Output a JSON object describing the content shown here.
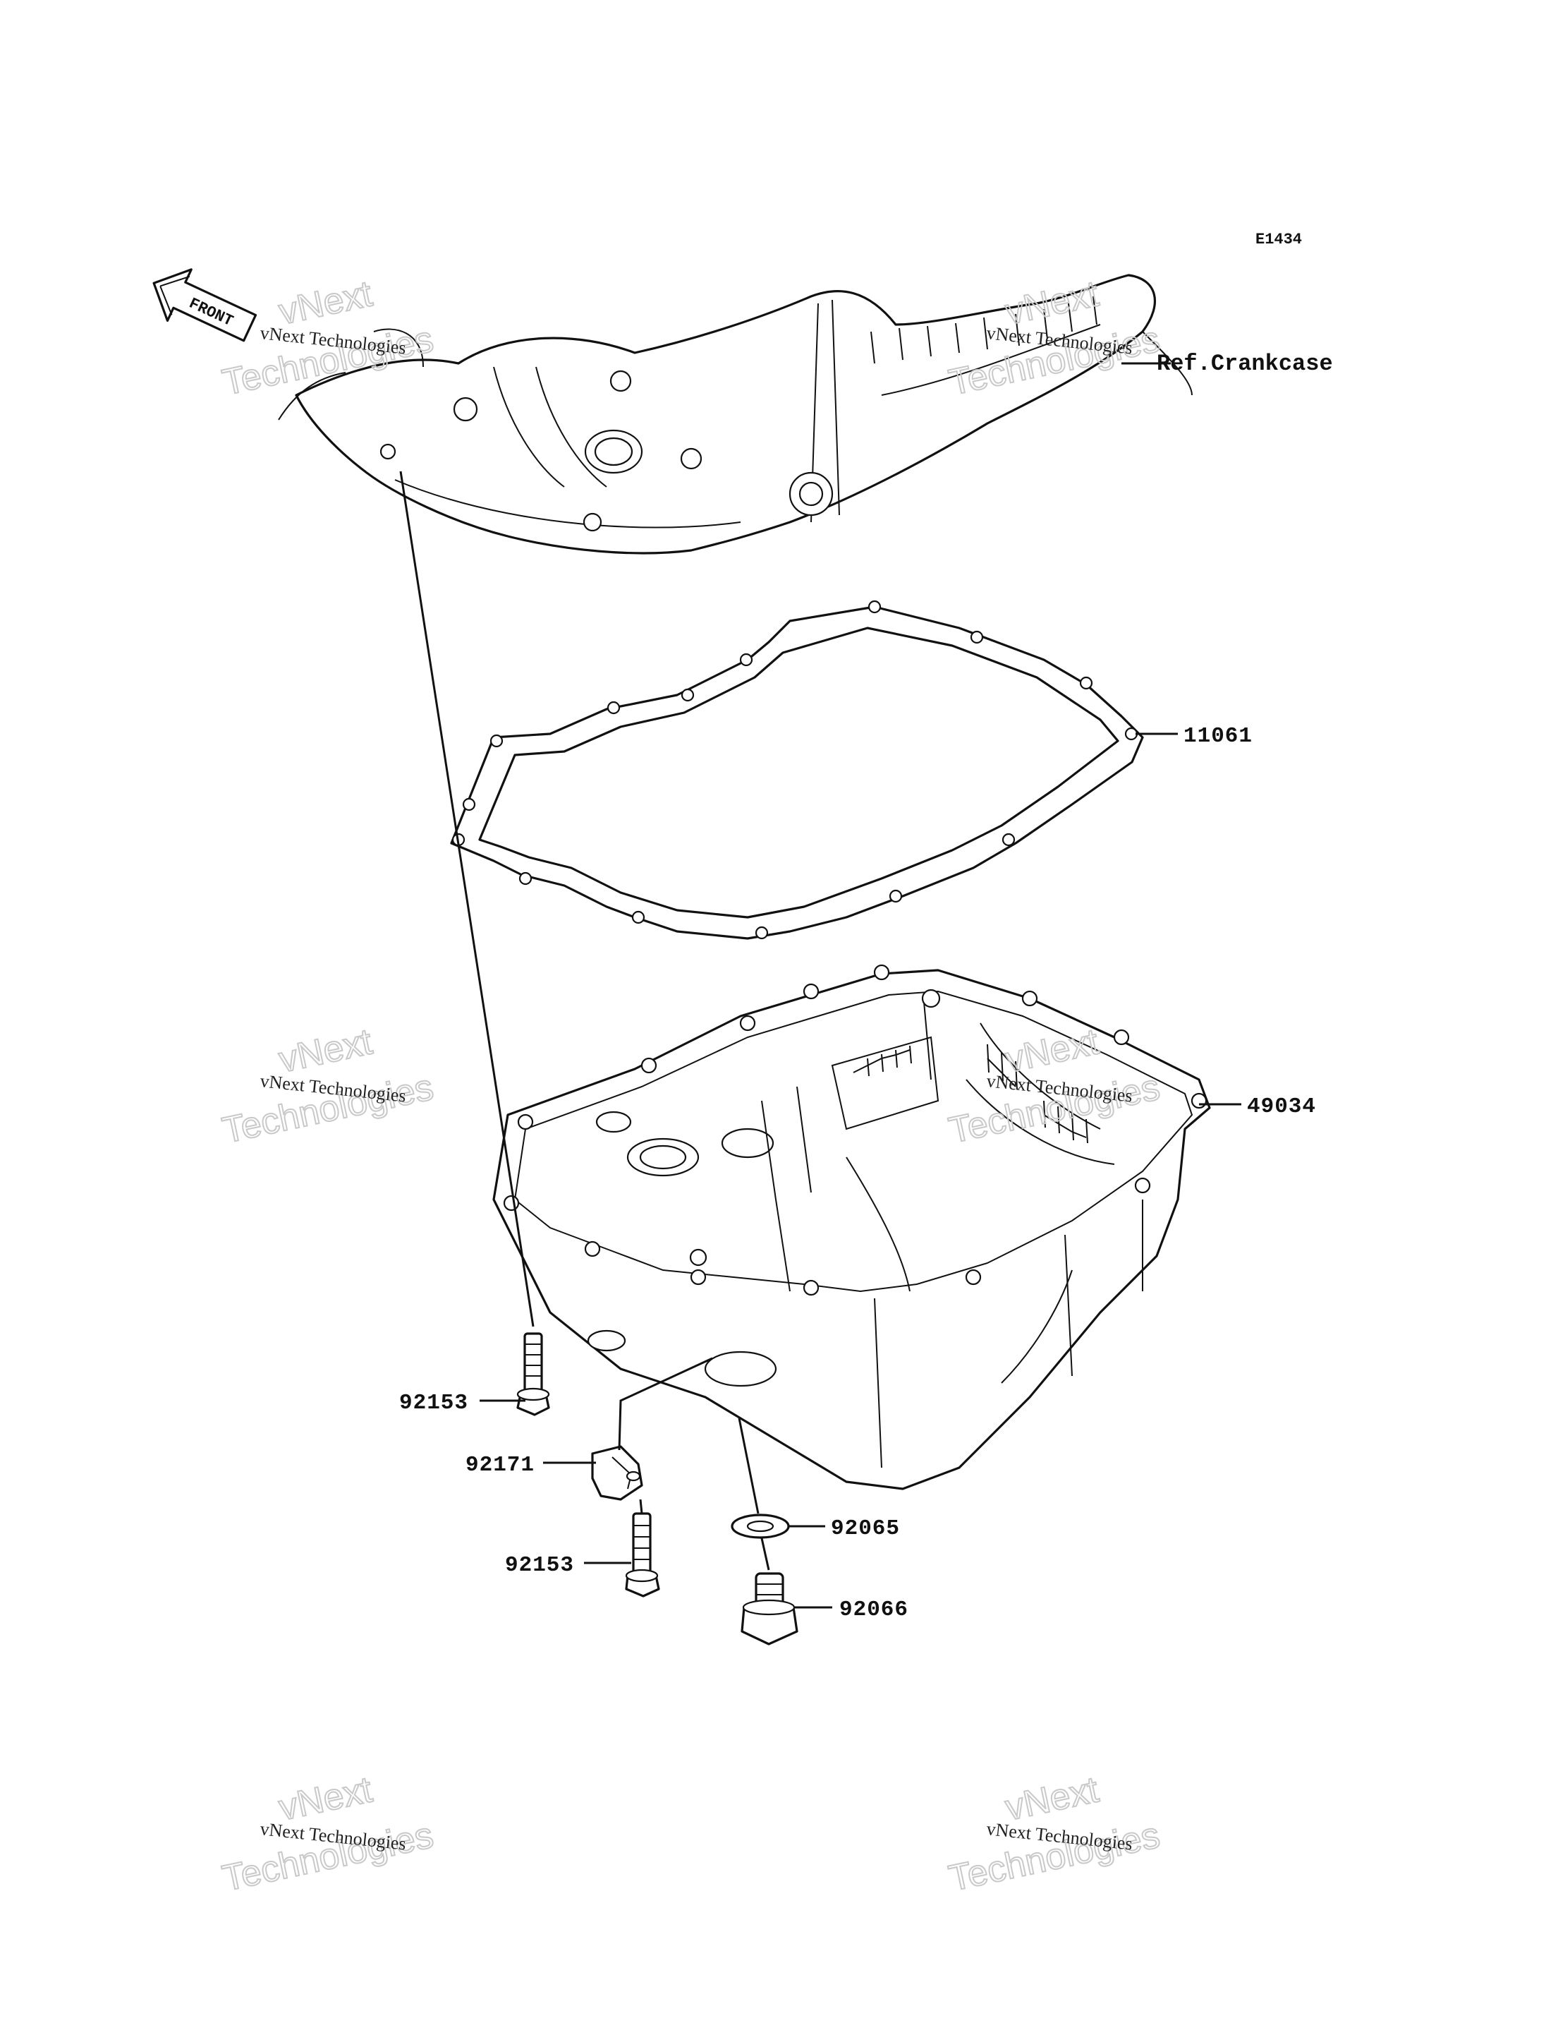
{
  "diagram_code": "E1434",
  "front_label": "FRONT",
  "reference": "Ref.Crankcase",
  "parts": {
    "gasket": "11061",
    "oil_pan": "49034",
    "bolt_upper": "92153",
    "clamp": "92171",
    "bolt_lower": "92153",
    "washer": "92065",
    "drain_plug": "92066"
  },
  "watermark": {
    "line1": "vNext Technologies",
    "line2": "vNext",
    "line3": "Technologies"
  }
}
